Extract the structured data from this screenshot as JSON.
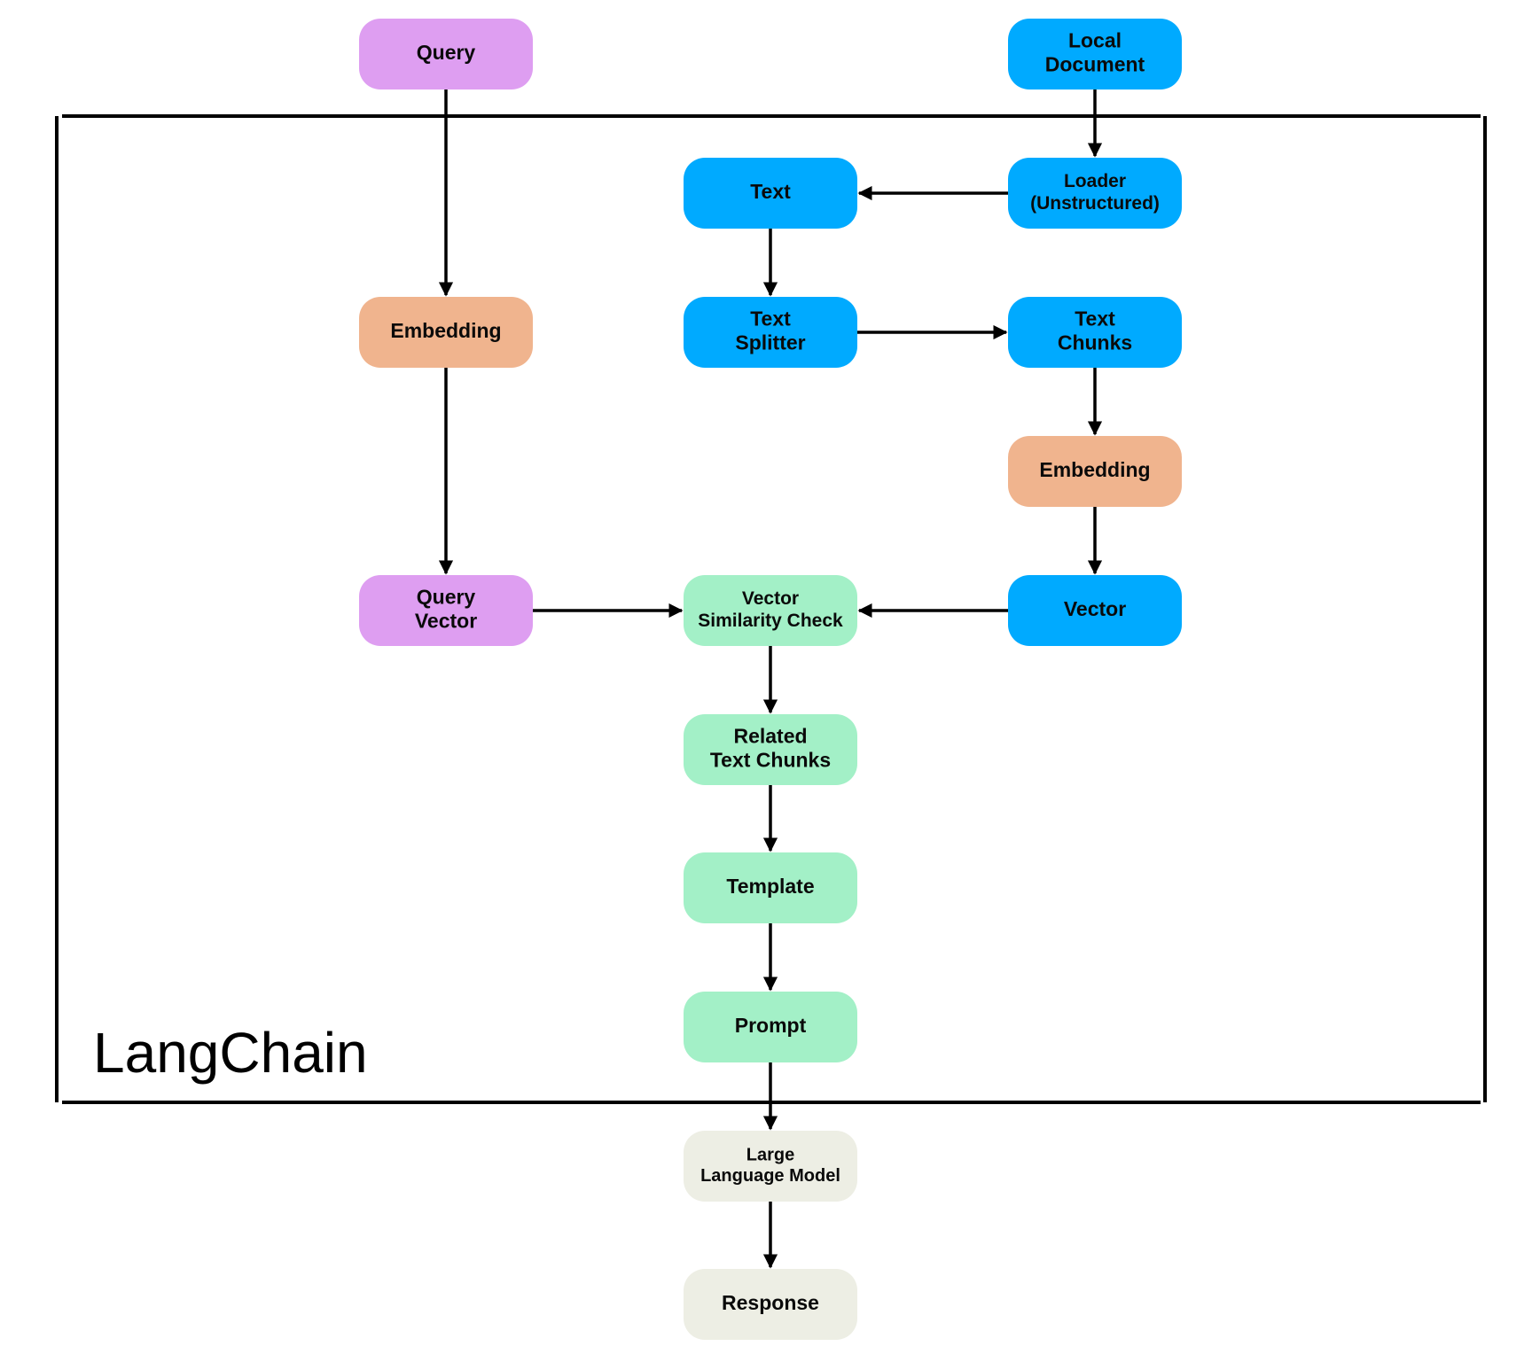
{
  "frame": {
    "label": "LangChain"
  },
  "colors": {
    "purple": "#DE9EF1",
    "blue": "#00AAFF",
    "orange": "#F0B48E",
    "green": "#A3F0C7",
    "beige": "#EDEEE4",
    "line": "#000000"
  },
  "nodes": {
    "query": {
      "lines": [
        "Query"
      ],
      "color": "purple"
    },
    "local_document": {
      "lines": [
        "Local",
        "Document"
      ],
      "color": "blue"
    },
    "loader": {
      "lines": [
        "Loader",
        "(Unstructured)"
      ],
      "color": "blue"
    },
    "text": {
      "lines": [
        "Text"
      ],
      "color": "blue"
    },
    "text_splitter": {
      "lines": [
        "Text",
        "Splitter"
      ],
      "color": "blue"
    },
    "text_chunks": {
      "lines": [
        "Text",
        "Chunks"
      ],
      "color": "blue"
    },
    "embedding_query": {
      "lines": [
        "Embedding"
      ],
      "color": "orange"
    },
    "embedding_doc": {
      "lines": [
        "Embedding"
      ],
      "color": "orange"
    },
    "query_vector": {
      "lines": [
        "Query",
        "Vector"
      ],
      "color": "purple"
    },
    "vector": {
      "lines": [
        "Vector"
      ],
      "color": "blue"
    },
    "similarity_check": {
      "lines": [
        "Vector",
        "Similarity Check"
      ],
      "color": "green"
    },
    "related_chunks": {
      "lines": [
        "Related",
        "Text Chunks"
      ],
      "color": "green"
    },
    "template": {
      "lines": [
        "Template"
      ],
      "color": "green"
    },
    "prompt": {
      "lines": [
        "Prompt"
      ],
      "color": "green"
    },
    "llm": {
      "lines": [
        "Large",
        "Language Model"
      ],
      "color": "beige"
    },
    "response": {
      "lines": [
        "Response"
      ],
      "color": "beige"
    }
  },
  "edges": [
    {
      "from": "query",
      "to": "embedding_query"
    },
    {
      "from": "embedding_query",
      "to": "query_vector"
    },
    {
      "from": "query_vector",
      "to": "similarity_check"
    },
    {
      "from": "local_document",
      "to": "loader"
    },
    {
      "from": "loader",
      "to": "text"
    },
    {
      "from": "text",
      "to": "text_splitter"
    },
    {
      "from": "text_splitter",
      "to": "text_chunks"
    },
    {
      "from": "text_chunks",
      "to": "embedding_doc"
    },
    {
      "from": "embedding_doc",
      "to": "vector"
    },
    {
      "from": "vector",
      "to": "similarity_check"
    },
    {
      "from": "similarity_check",
      "to": "related_chunks"
    },
    {
      "from": "related_chunks",
      "to": "template"
    },
    {
      "from": "template",
      "to": "prompt"
    },
    {
      "from": "prompt",
      "to": "llm"
    },
    {
      "from": "llm",
      "to": "response"
    }
  ]
}
